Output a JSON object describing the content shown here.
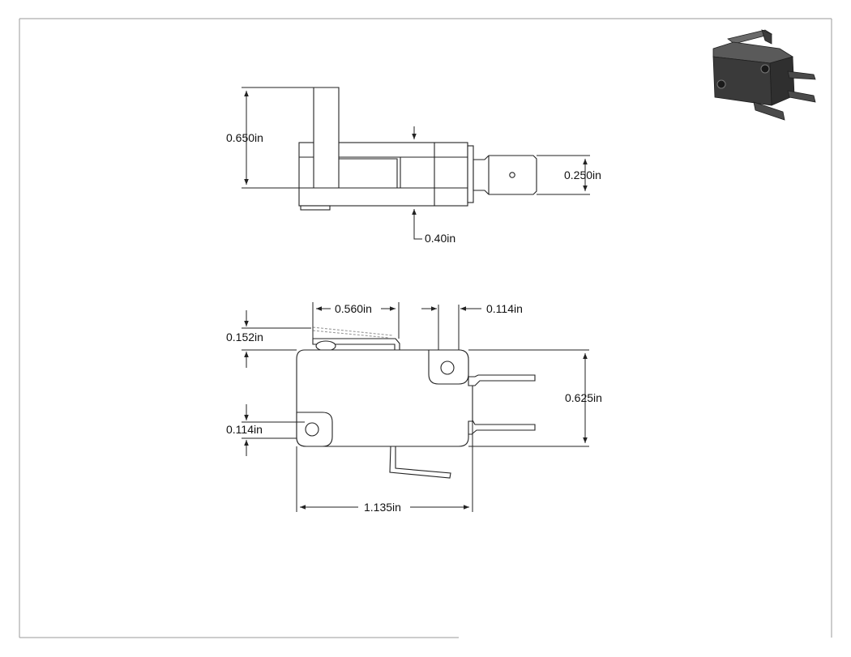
{
  "drawing": {
    "top_view": {
      "dims": {
        "overall_height": "0.650in",
        "terminal_width": "0.250in",
        "body_thickness": "0.40in"
      }
    },
    "front_view": {
      "dims": {
        "lever_length": "0.560in",
        "hole_offset_top": "0.114in",
        "lever_rise": "0.152in",
        "body_height": "0.625in",
        "hole_offset_bottom": "0.114in",
        "body_length": "1.135in"
      }
    },
    "iso_view": {
      "depicts": "micro-switch-3d-render"
    },
    "colors": {
      "line": "#222222",
      "body_fill": "#ffffff",
      "render_dark": "#2b2b2b",
      "render_mid": "#5a5a5a"
    }
  }
}
